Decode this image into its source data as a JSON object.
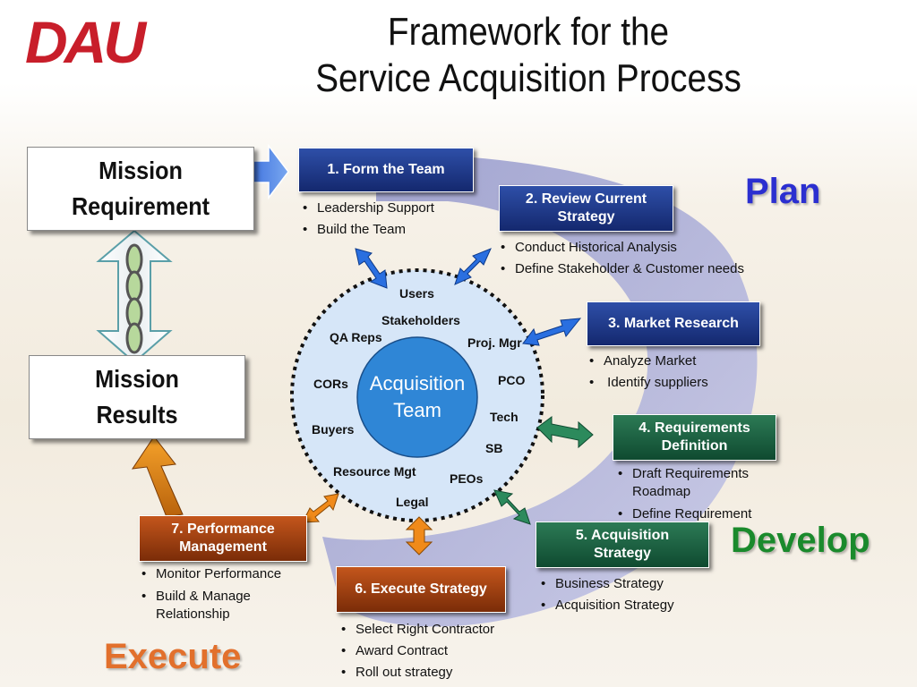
{
  "logo": {
    "text": "DAU"
  },
  "title": {
    "line1": "Framework for the",
    "line2": "Service Acquisition Process"
  },
  "mission": {
    "requirement": [
      "Mission",
      "Requirement"
    ],
    "results": [
      "Mission",
      "Results"
    ]
  },
  "phases": {
    "plan": "Plan",
    "develop": "Develop",
    "execute": "Execute"
  },
  "steps": [
    {
      "label": [
        "1.  Form the Team"
      ],
      "bullets": [
        "Leadership Support",
        "Build the Team"
      ]
    },
    {
      "label": [
        "2.  Review Current",
        "Strategy"
      ],
      "bullets": [
        "Conduct Historical Analysis",
        "Define Stakeholder & Customer needs"
      ]
    },
    {
      "label": [
        "3.  Market Research"
      ],
      "bullets": [
        "Analyze Market",
        " Identify suppliers"
      ]
    },
    {
      "label": [
        "4.  Requirements",
        "Definition"
      ],
      "bullets": [
        "Draft Requirements Roadmap",
        "Define Requirement"
      ]
    },
    {
      "label": [
        "5.  Acquisition",
        "Strategy"
      ],
      "bullets": [
        "Business Strategy",
        "Acquisition Strategy"
      ]
    },
    {
      "label": [
        "6.  Execute Strategy"
      ],
      "bullets": [
        "Select Right Contractor",
        "Award Contract",
        "Roll out strategy"
      ]
    },
    {
      "label": [
        "7.  Performance",
        "Management"
      ],
      "bullets": [
        "Monitor Performance",
        "Build & Manage Relationship"
      ]
    }
  ],
  "team": {
    "center": [
      "Acquisition",
      "Team"
    ],
    "members": [
      "Users",
      "Stakeholders",
      "QA Reps",
      "Proj. Mgr",
      "CORs",
      "PCO",
      "Buyers",
      "Tech",
      "SB",
      "Resource Mgt",
      "PEOs",
      "Legal"
    ]
  },
  "colors": {
    "plan": "#2b2fd0",
    "develop": "#1a8a2c",
    "execute": "#e2702c",
    "logo": "#c81e2a",
    "team_circle": "#2f86d6",
    "ring_fill": "#d6e6f8",
    "arrow_blue": "#2a6fe0",
    "arrow_green": "#2c8a5c",
    "arrow_orange": "#f08a1a",
    "swoosh": "#a9acd6"
  }
}
